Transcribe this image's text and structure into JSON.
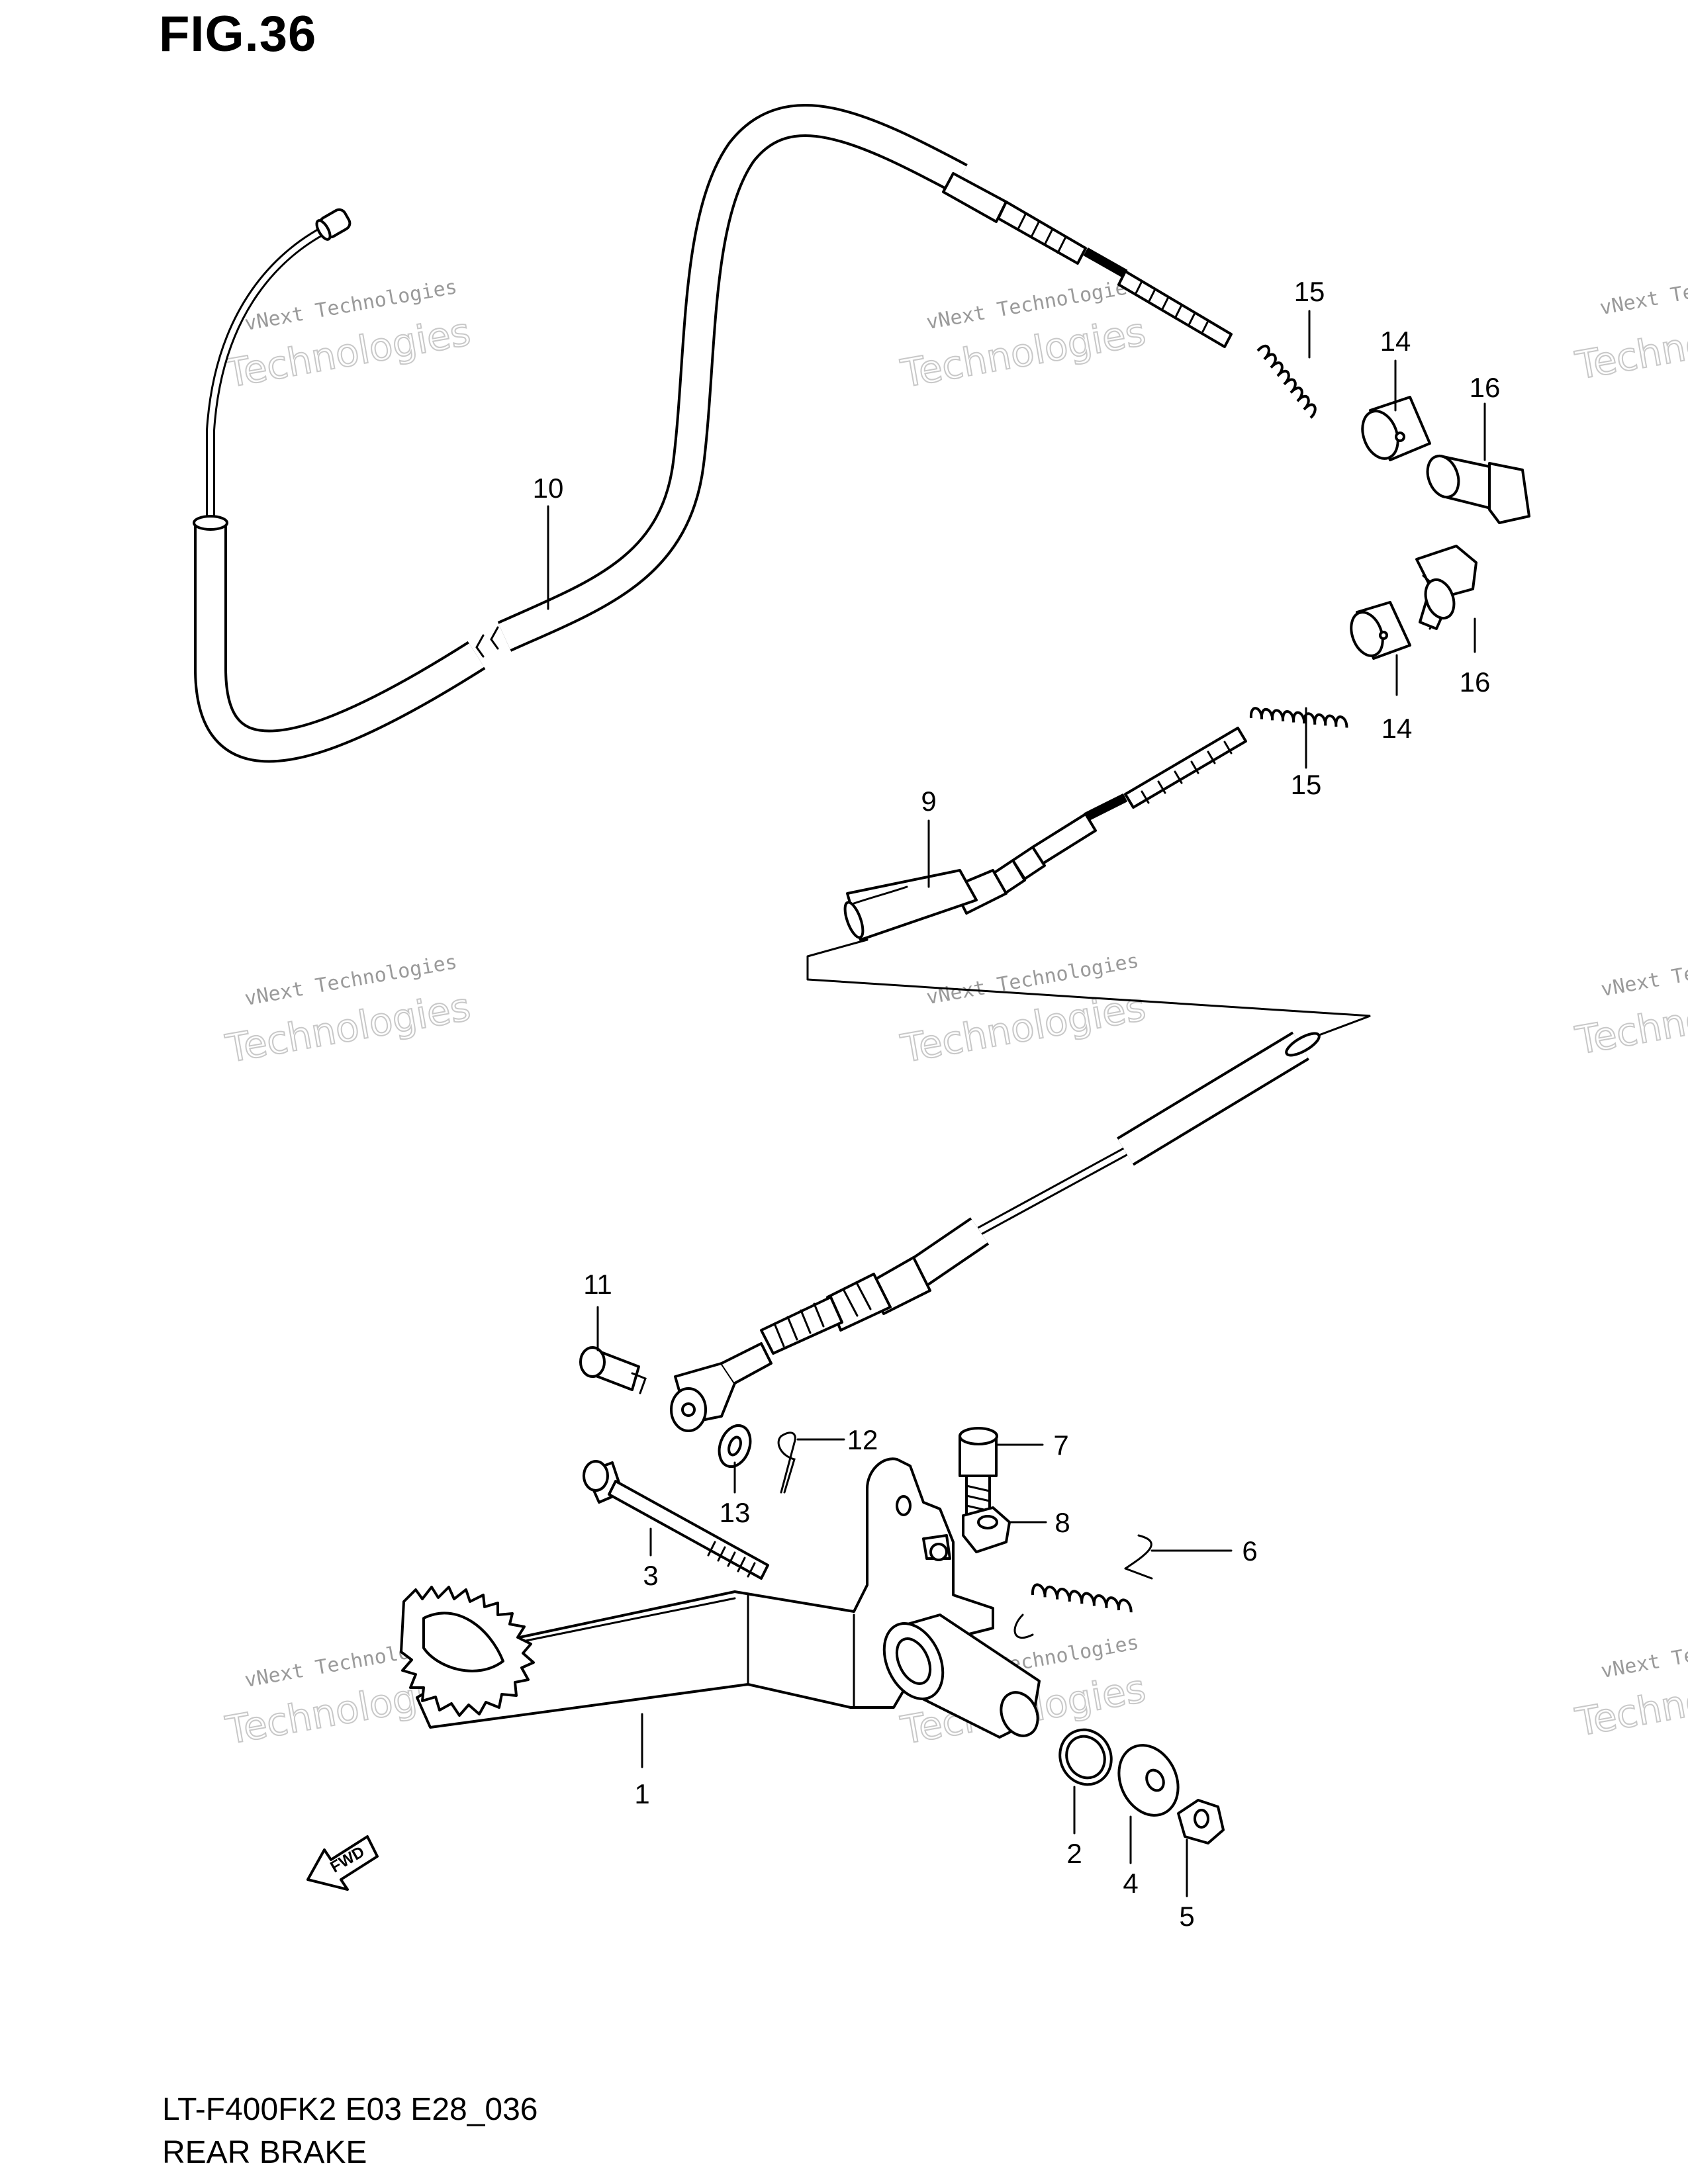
{
  "figure": {
    "title": "FIG.36",
    "code": "LT-F400FK2 E03 E28_036",
    "name": "REAR BRAKE"
  },
  "watermark": {
    "line1": "vNext Technologies",
    "line2": "Technologies",
    "line3": "vNext"
  },
  "fwd_label": "FWD",
  "callouts": {
    "c1": "1",
    "c2": "2",
    "c3": "3",
    "c4": "4",
    "c5": "5",
    "c6": "6",
    "c7": "7",
    "c8": "8",
    "c9": "9",
    "c10": "10",
    "c11": "11",
    "c12": "12",
    "c13": "13",
    "c14a": "14",
    "c14b": "14",
    "c15a": "15",
    "c15b": "15",
    "c16a": "16",
    "c16b": "16"
  },
  "colors": {
    "line": "#000000",
    "background": "#ffffff",
    "watermark": "#9a9a9a"
  }
}
